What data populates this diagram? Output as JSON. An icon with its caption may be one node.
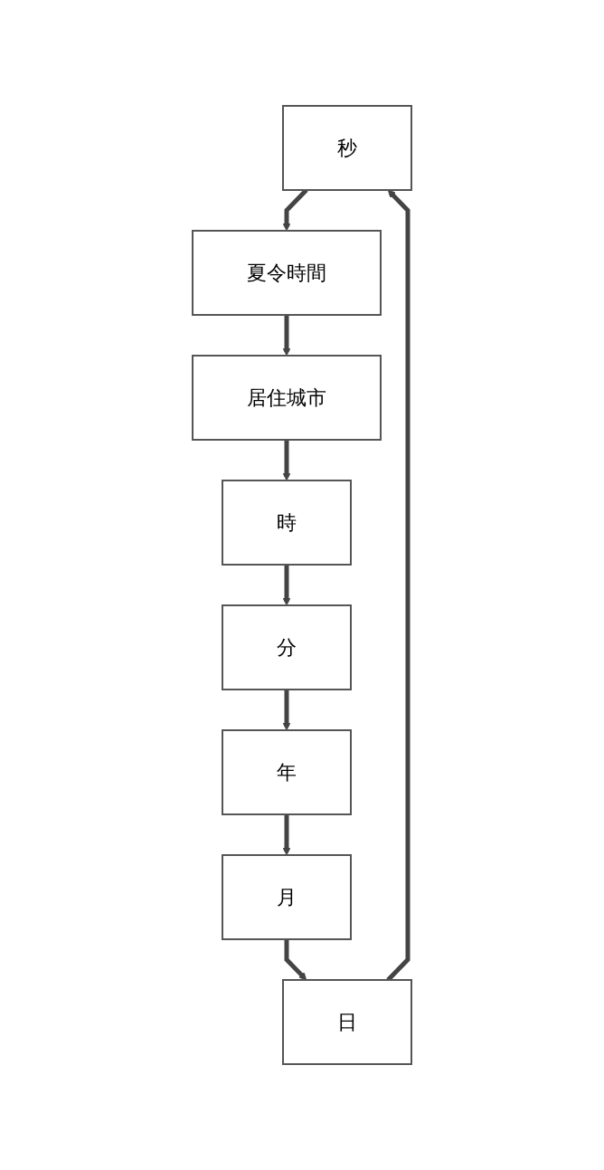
{
  "diagram": {
    "nodes": [
      {
        "text": [
          "秒"
        ]
      },
      {
        "text": [
          "夏令時間"
        ]
      },
      {
        "text": [
          "居住城市"
        ]
      },
      {
        "text": [
          "時"
        ]
      },
      {
        "text": [
          "分"
        ]
      },
      {
        "text": [
          "年"
        ]
      },
      {
        "text": [
          "月"
        ]
      },
      {
        "text": [
          "日"
        ]
      }
    ],
    "edges": [
      {
        "from": 0,
        "to": 1,
        "arrow": "to"
      },
      {
        "from": 1,
        "to": 2,
        "arrow": "to"
      },
      {
        "from": 2,
        "to": 3,
        "arrow": "to"
      },
      {
        "from": 3,
        "to": 4,
        "arrow": "to"
      },
      {
        "from": 4,
        "to": 5,
        "arrow": "to"
      },
      {
        "from": 5,
        "to": 6,
        "arrow": "to"
      },
      {
        "from": 6,
        "to": 7,
        "arrow": "to"
      },
      {
        "from": 7,
        "to": 0,
        "arrow": "to"
      }
    ]
  }
}
